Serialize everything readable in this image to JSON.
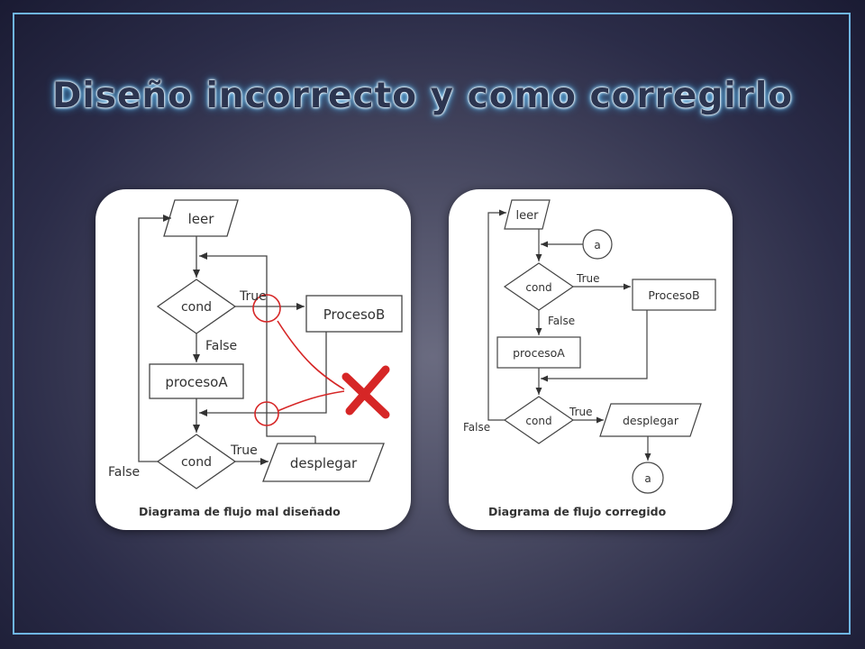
{
  "slide": {
    "title": "Diseño incorrecto y como corregirlo",
    "colors": {
      "frame": "#6fb6e6",
      "error_mark": "#d62626"
    }
  },
  "left_diagram": {
    "caption": "Diagrama de flujo mal diseñado",
    "nodes": {
      "read": "leer",
      "cond_top": "cond",
      "process_b": "ProcesoB",
      "process_a": "procesoA",
      "cond_bottom": "cond",
      "display": "desplegar"
    },
    "labels": {
      "true_top": "True",
      "false_top": "False",
      "true_bottom": "True",
      "false_bottom": "False"
    },
    "error_icon": "red-x-icon"
  },
  "right_diagram": {
    "caption": "Diagrama de flujo corregido",
    "nodes": {
      "read": "leer",
      "connector_top": "a",
      "cond_top": "cond",
      "process_b": "ProcesoB",
      "process_a": "procesoA",
      "cond_bottom": "cond",
      "display": "desplegar",
      "connector_bottom": "a"
    },
    "labels": {
      "true_top": "True",
      "false_top": "False",
      "true_bottom": "True",
      "false_bottom": "False"
    }
  }
}
